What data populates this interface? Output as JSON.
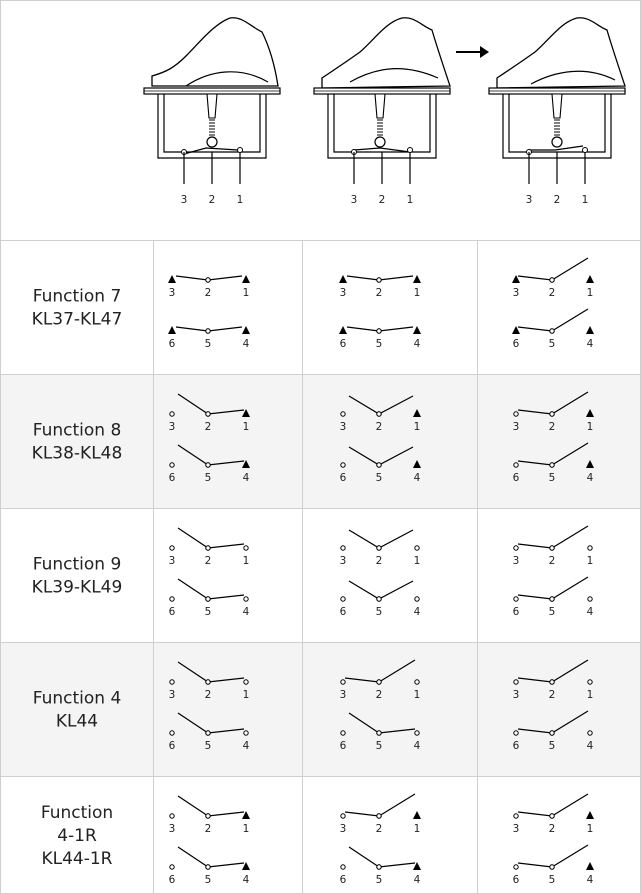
{
  "header": {
    "pins": [
      "3",
      "2",
      "1"
    ]
  },
  "rows": [
    {
      "lines": [
        "Function 7",
        "KL37-KL47"
      ],
      "shaded": false,
      "states": [
        {
          "top": {
            "pins": [
              "3",
              "2",
              "1"
            ],
            "lever": "level",
            "marks": [
              "tri",
              "circ",
              "tri"
            ]
          },
          "bot": {
            "pins": [
              "6",
              "5",
              "4"
            ],
            "lever": "level",
            "marks": [
              "tri",
              "circ",
              "tri"
            ]
          }
        },
        {
          "top": {
            "pins": [
              "3",
              "2",
              "1"
            ],
            "lever": "level",
            "marks": [
              "tri",
              "circ",
              "tri"
            ]
          },
          "bot": {
            "pins": [
              "6",
              "5",
              "4"
            ],
            "lever": "level",
            "marks": [
              "tri",
              "circ",
              "tri"
            ]
          }
        },
        {
          "top": {
            "pins": [
              "3",
              "2",
              "1"
            ],
            "lever": "left",
            "marks": [
              "tri",
              "circ",
              "tri"
            ]
          },
          "bot": {
            "pins": [
              "6",
              "5",
              "4"
            ],
            "lever": "left",
            "marks": [
              "tri",
              "circ",
              "tri"
            ]
          }
        }
      ]
    },
    {
      "lines": [
        "Function 8",
        "KL38-KL48"
      ],
      "shaded": true,
      "states": [
        {
          "top": {
            "pins": [
              "3",
              "2",
              "1"
            ],
            "lever": "right",
            "marks": [
              "circ",
              "circ",
              "tri"
            ]
          },
          "bot": {
            "pins": [
              "6",
              "5",
              "4"
            ],
            "lever": "right",
            "marks": [
              "circ",
              "circ",
              "tri"
            ]
          }
        },
        {
          "top": {
            "pins": [
              "3",
              "2",
              "1"
            ],
            "lever": "open",
            "marks": [
              "circ",
              "circ",
              "tri"
            ]
          },
          "bot": {
            "pins": [
              "6",
              "5",
              "4"
            ],
            "lever": "open",
            "marks": [
              "circ",
              "circ",
              "tri"
            ]
          }
        },
        {
          "top": {
            "pins": [
              "3",
              "2",
              "1"
            ],
            "lever": "left",
            "marks": [
              "circ",
              "circ",
              "tri"
            ]
          },
          "bot": {
            "pins": [
              "6",
              "5",
              "4"
            ],
            "lever": "left",
            "marks": [
              "circ",
              "circ",
              "tri"
            ]
          }
        }
      ]
    },
    {
      "lines": [
        "Function 9",
        "KL39-KL49"
      ],
      "shaded": false,
      "states": [
        {
          "top": {
            "pins": [
              "3",
              "2",
              "1"
            ],
            "lever": "right",
            "marks": [
              "circ",
              "circ",
              "circ"
            ]
          },
          "bot": {
            "pins": [
              "6",
              "5",
              "4"
            ],
            "lever": "right",
            "marks": [
              "circ",
              "circ",
              "circ"
            ]
          }
        },
        {
          "top": {
            "pins": [
              "3",
              "2",
              "1"
            ],
            "lever": "open",
            "marks": [
              "circ",
              "circ",
              "circ"
            ]
          },
          "bot": {
            "pins": [
              "6",
              "5",
              "4"
            ],
            "lever": "open",
            "marks": [
              "circ",
              "circ",
              "circ"
            ]
          }
        },
        {
          "top": {
            "pins": [
              "3",
              "2",
              "1"
            ],
            "lever": "left",
            "marks": [
              "circ",
              "circ",
              "circ"
            ]
          },
          "bot": {
            "pins": [
              "6",
              "5",
              "4"
            ],
            "lever": "left",
            "marks": [
              "circ",
              "circ",
              "circ"
            ]
          }
        }
      ]
    },
    {
      "lines": [
        "Function 4",
        "KL44"
      ],
      "shaded": true,
      "states": [
        {
          "top": {
            "pins": [
              "3",
              "2",
              "1"
            ],
            "lever": "right",
            "marks": [
              "circ",
              "circ",
              "circ"
            ]
          },
          "bot": {
            "pins": [
              "6",
              "5",
              "4"
            ],
            "lever": "right",
            "marks": [
              "circ",
              "circ",
              "circ"
            ]
          }
        },
        {
          "top": {
            "pins": [
              "3",
              "2",
              "1"
            ],
            "lever": "left",
            "marks": [
              "circ",
              "circ",
              "circ"
            ]
          },
          "bot": {
            "pins": [
              "6",
              "5",
              "4"
            ],
            "lever": "right",
            "marks": [
              "circ",
              "circ",
              "circ"
            ]
          }
        },
        {
          "top": {
            "pins": [
              "3",
              "2",
              "1"
            ],
            "lever": "left",
            "marks": [
              "circ",
              "circ",
              "circ"
            ]
          },
          "bot": {
            "pins": [
              "6",
              "5",
              "4"
            ],
            "lever": "left",
            "marks": [
              "circ",
              "circ",
              "circ"
            ]
          }
        }
      ]
    },
    {
      "lines": [
        "Function",
        "4-1R",
        "KL44-1R"
      ],
      "shaded": false,
      "states": [
        {
          "top": {
            "pins": [
              "3",
              "2",
              "1"
            ],
            "lever": "right",
            "marks": [
              "circ",
              "circ",
              "tri"
            ]
          },
          "bot": {
            "pins": [
              "6",
              "5",
              "4"
            ],
            "lever": "right",
            "marks": [
              "circ",
              "circ",
              "tri"
            ]
          }
        },
        {
          "top": {
            "pins": [
              "3",
              "2",
              "1"
            ],
            "lever": "left",
            "marks": [
              "circ",
              "circ",
              "tri"
            ]
          },
          "bot": {
            "pins": [
              "6",
              "5",
              "4"
            ],
            "lever": "right",
            "marks": [
              "circ",
              "circ",
              "tri"
            ]
          }
        },
        {
          "top": {
            "pins": [
              "3",
              "2",
              "1"
            ],
            "lever": "left",
            "marks": [
              "circ",
              "circ",
              "tri"
            ]
          },
          "bot": {
            "pins": [
              "6",
              "5",
              "4"
            ],
            "lever": "left",
            "marks": [
              "circ",
              "circ",
              "tri"
            ]
          }
        }
      ]
    }
  ],
  "colors": {
    "border": "#cfcfcf",
    "shade": "#f4f4f4",
    "ink": "#000000",
    "text": "#222222"
  }
}
